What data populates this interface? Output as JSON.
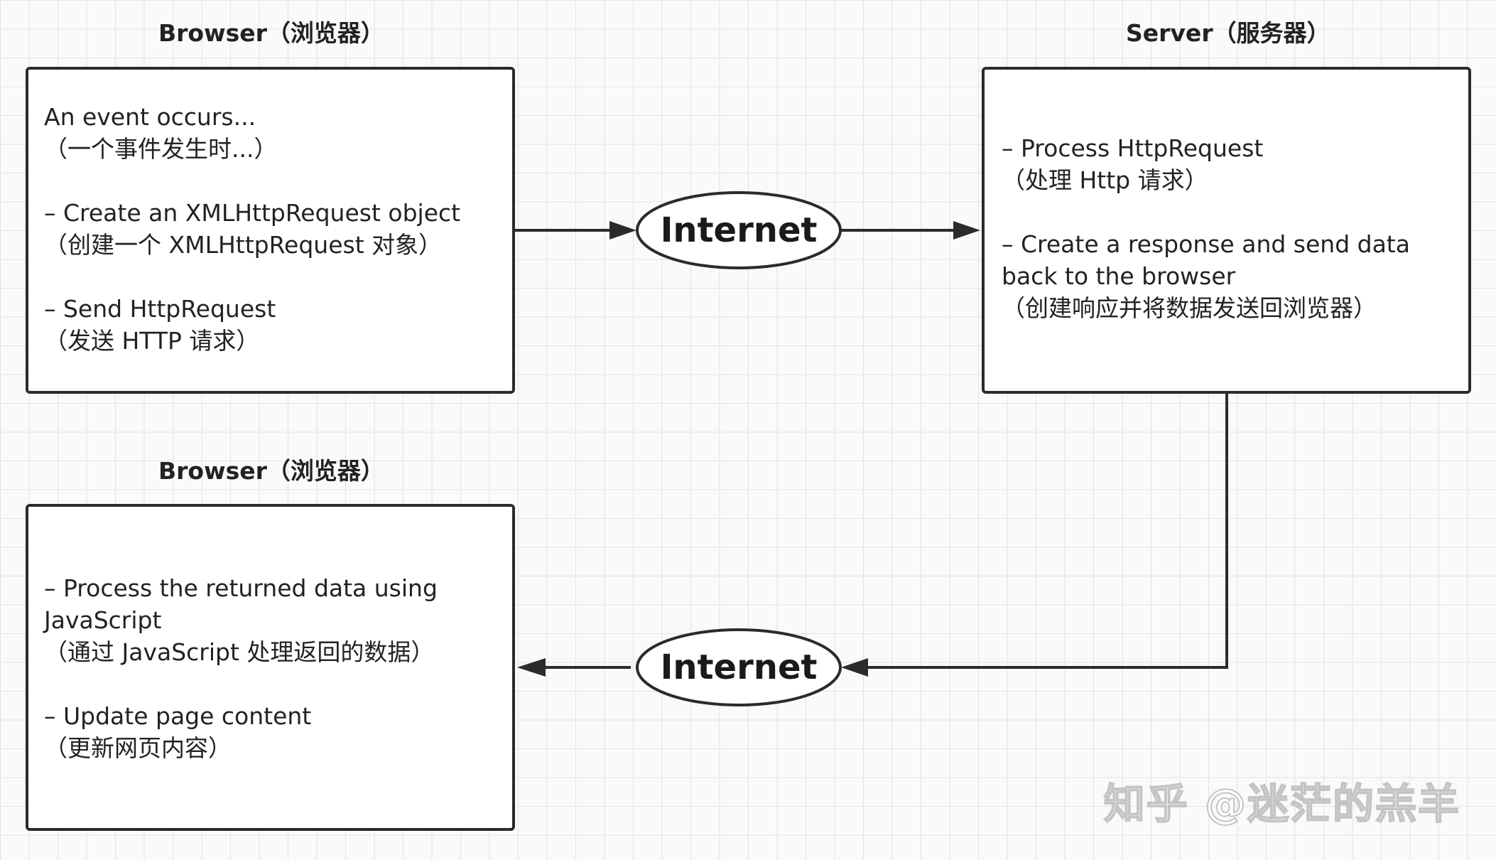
{
  "colors": {
    "stroke": "#2b2b2b",
    "box_fill": "#ffffff",
    "grid": "#e3e3e3",
    "background": "#fafafa"
  },
  "browser_top": {
    "title": "Browser（浏览器）",
    "lines": [
      "An event occurs...",
      "（一个事件发生时...）",
      "",
      "– Create an XMLHttpRequest object",
      "（创建一个 XMLHttpRequest 对象）",
      "",
      "– Send HttpRequest",
      "（发送 HTTP 请求）"
    ]
  },
  "server": {
    "title": "Server（服务器）",
    "lines": [
      "– Process HttpRequest",
      "（处理 Http 请求）",
      "",
      "– Create a response and send data",
      "back to the browser",
      "（创建响应并将数据发送回浏览器）"
    ]
  },
  "browser_bottom": {
    "title": "Browser（浏览器）",
    "lines": [
      "– Process the returned data using",
      "JavaScript",
      "（通过 JavaScript 处理返回的数据）",
      "",
      "– Update page content",
      "（更新网页内容）"
    ]
  },
  "internet_top": {
    "label": "Internet"
  },
  "internet_bottom": {
    "label": "Internet"
  },
  "watermark": {
    "text": "知乎 @迷茫的羔羊"
  }
}
